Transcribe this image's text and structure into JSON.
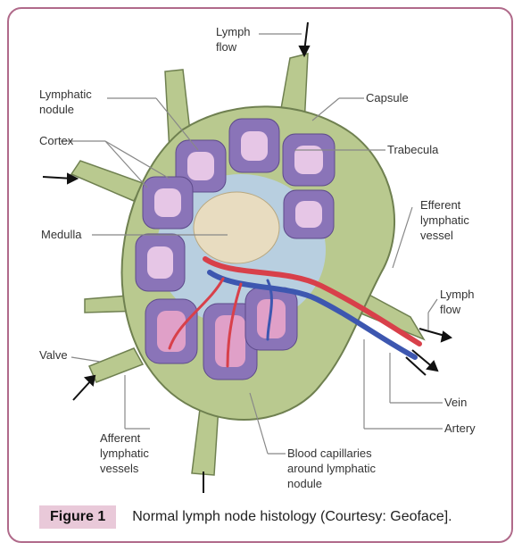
{
  "labels": {
    "lymph_flow_top": [
      "Lymph",
      "flow"
    ],
    "lymphatic_nodule": [
      "Lymphatic",
      "nodule"
    ],
    "capsule": "Capsule",
    "cortex": "Cortex",
    "trabecula": "Trabecula",
    "efferent": [
      "Efferent",
      "lymphatic",
      "vessel"
    ],
    "medulla": "Medulla",
    "lymph_flow_right": [
      "Lymph",
      "flow"
    ],
    "valve": "Valve",
    "vein": "Vein",
    "artery": "Artery",
    "afferent": [
      "Afferent",
      "lymphatic",
      "vessels"
    ],
    "blood_capillaries": [
      "Blood capillaries",
      "around lymphatic",
      "nodule"
    ]
  },
  "caption": {
    "figure_label": "Figure 1",
    "text": "Normal lymph node histology (Courtesy: Geoface]."
  },
  "colors": {
    "border": "#b06a8a",
    "capsule": "#b9c98f",
    "nodule_outer": "#8a74b8",
    "nodule_inner": "#e6c6e6",
    "medulla": "#b8cfe0",
    "artery": "#d8404a",
    "vein": "#3d57b0",
    "caption_tag_bg": "#e9c9d9"
  }
}
